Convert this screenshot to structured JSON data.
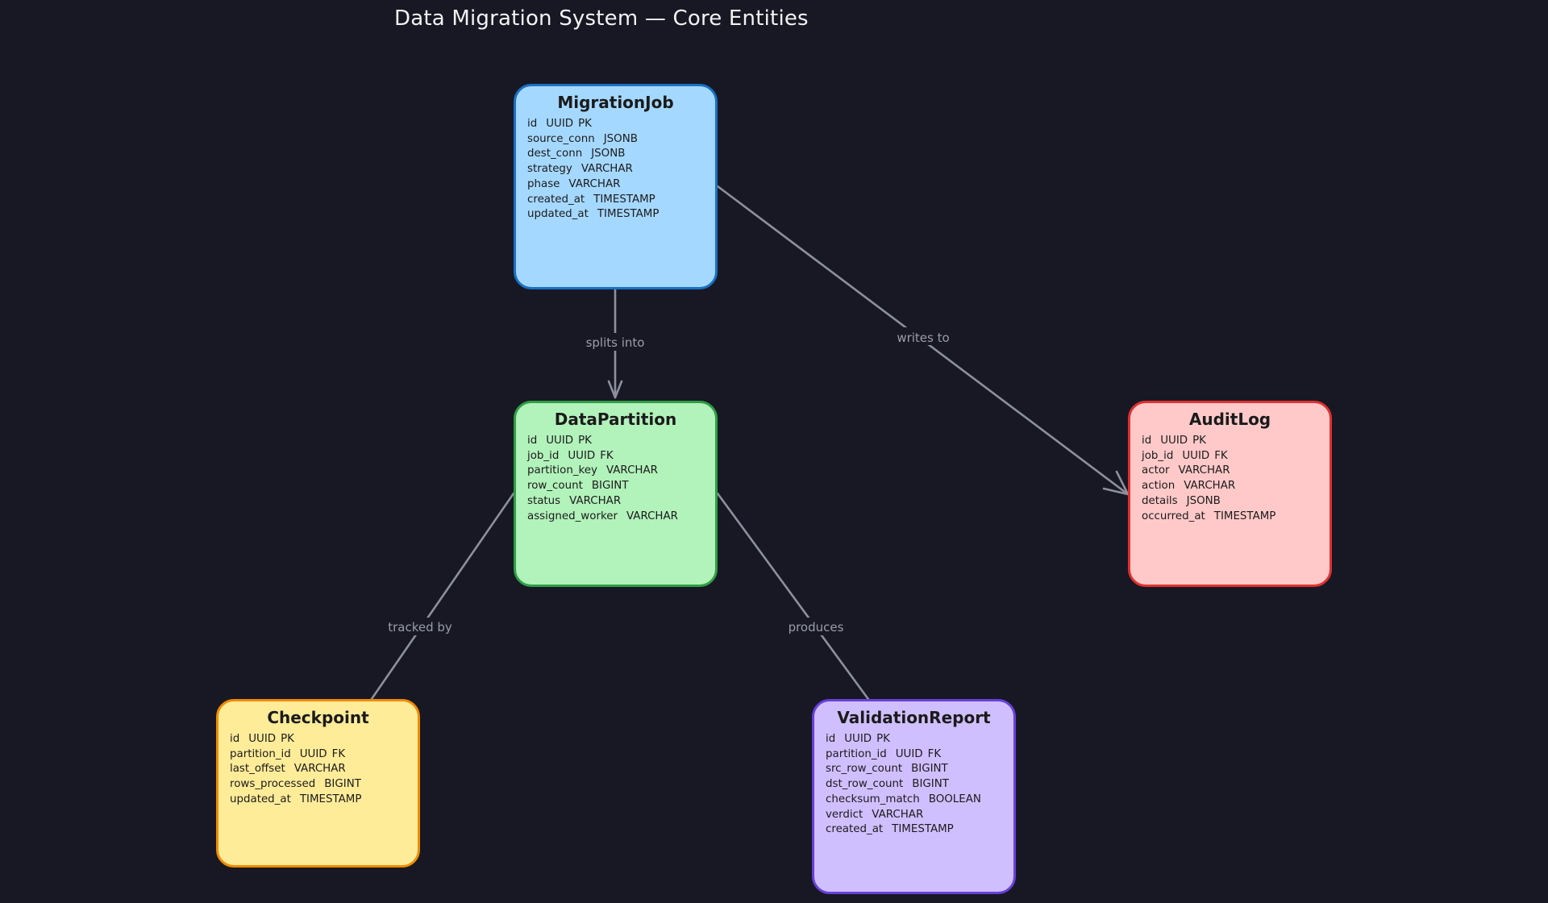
{
  "title": "Data Migration System — Core Entities",
  "colors": {
    "background": "#181825",
    "edge": "#8d909c",
    "migration_job_fill": "#a5d8ff",
    "migration_job_border": "#1971c2",
    "data_partition_fill": "#b2f2bb",
    "data_partition_border": "#2f9e44",
    "audit_log_fill": "#ffc9c9",
    "audit_log_border": "#e03131",
    "checkpoint_fill": "#ffec99",
    "checkpoint_border": "#f08c00",
    "validation_report_fill": "#d0bfff",
    "validation_report_border": "#6741d9"
  },
  "entities": {
    "migration_job": {
      "name": "MigrationJob",
      "attributes": [
        {
          "field": "id",
          "type": "UUID",
          "key": "PK"
        },
        {
          "field": "source_conn",
          "type": "JSONB",
          "key": ""
        },
        {
          "field": "dest_conn",
          "type": "JSONB",
          "key": ""
        },
        {
          "field": "strategy",
          "type": "VARCHAR",
          "key": ""
        },
        {
          "field": "phase",
          "type": "VARCHAR",
          "key": ""
        },
        {
          "field": "created_at",
          "type": "TIMESTAMP",
          "key": ""
        },
        {
          "field": "updated_at",
          "type": "TIMESTAMP",
          "key": ""
        }
      ]
    },
    "data_partition": {
      "name": "DataPartition",
      "attributes": [
        {
          "field": "id",
          "type": "UUID",
          "key": "PK"
        },
        {
          "field": "job_id",
          "type": "UUID",
          "key": "FK"
        },
        {
          "field": "partition_key",
          "type": "VARCHAR",
          "key": ""
        },
        {
          "field": "row_count",
          "type": "BIGINT",
          "key": ""
        },
        {
          "field": "status",
          "type": "VARCHAR",
          "key": ""
        },
        {
          "field": "assigned_worker",
          "type": "VARCHAR",
          "key": ""
        }
      ]
    },
    "audit_log": {
      "name": "AuditLog",
      "attributes": [
        {
          "field": "id",
          "type": "UUID",
          "key": "PK"
        },
        {
          "field": "job_id",
          "type": "UUID",
          "key": "FK"
        },
        {
          "field": "actor",
          "type": "VARCHAR",
          "key": ""
        },
        {
          "field": "action",
          "type": "VARCHAR",
          "key": ""
        },
        {
          "field": "details",
          "type": "JSONB",
          "key": ""
        },
        {
          "field": "occurred_at",
          "type": "TIMESTAMP",
          "key": ""
        }
      ]
    },
    "checkpoint": {
      "name": "Checkpoint",
      "attributes": [
        {
          "field": "id",
          "type": "UUID",
          "key": "PK"
        },
        {
          "field": "partition_id",
          "type": "UUID",
          "key": "FK"
        },
        {
          "field": "last_offset",
          "type": "VARCHAR",
          "key": ""
        },
        {
          "field": "rows_processed",
          "type": "BIGINT",
          "key": ""
        },
        {
          "field": "updated_at",
          "type": "TIMESTAMP",
          "key": ""
        }
      ]
    },
    "validation_report": {
      "name": "ValidationReport",
      "attributes": [
        {
          "field": "id",
          "type": "UUID",
          "key": "PK"
        },
        {
          "field": "partition_id",
          "type": "UUID",
          "key": "FK"
        },
        {
          "field": "src_row_count",
          "type": "BIGINT",
          "key": ""
        },
        {
          "field": "dst_row_count",
          "type": "BIGINT",
          "key": ""
        },
        {
          "field": "checksum_match",
          "type": "BOOLEAN",
          "key": ""
        },
        {
          "field": "verdict",
          "type": "VARCHAR",
          "key": ""
        },
        {
          "field": "created_at",
          "type": "TIMESTAMP",
          "key": ""
        }
      ]
    }
  },
  "relationships": [
    {
      "from": "MigrationJob",
      "to": "DataPartition",
      "label": "splits into"
    },
    {
      "from": "MigrationJob",
      "to": "AuditLog",
      "label": "writes to"
    },
    {
      "from": "DataPartition",
      "to": "Checkpoint",
      "label": "tracked by"
    },
    {
      "from": "DataPartition",
      "to": "ValidationReport",
      "label": "produces"
    }
  ]
}
